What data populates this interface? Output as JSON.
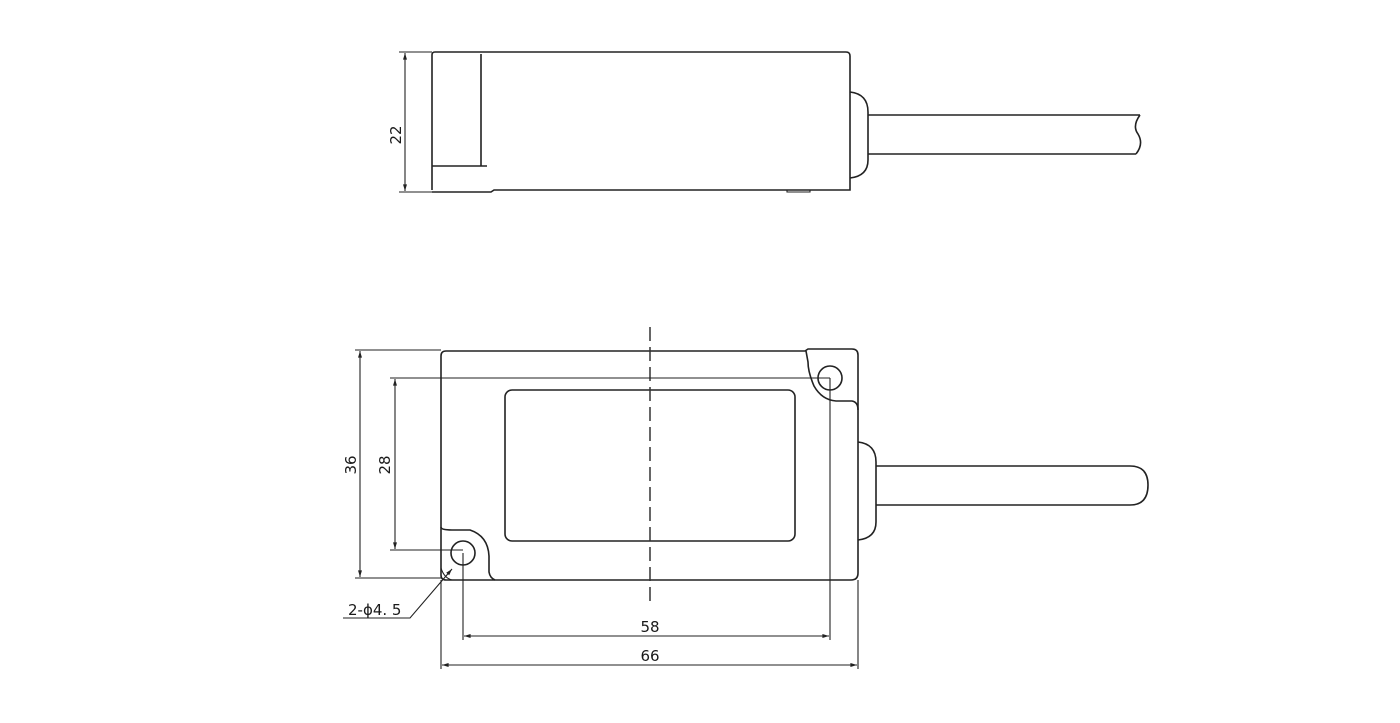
{
  "drawing": {
    "side_view": {
      "height_dimension": "22"
    },
    "bottom_view": {
      "width_dimension": "36",
      "hole_spacing_vertical": "28",
      "hole_spacing_horizontal": "58",
      "length_dimension": "66",
      "hole_callout": "2-ϕ4. 5"
    }
  }
}
